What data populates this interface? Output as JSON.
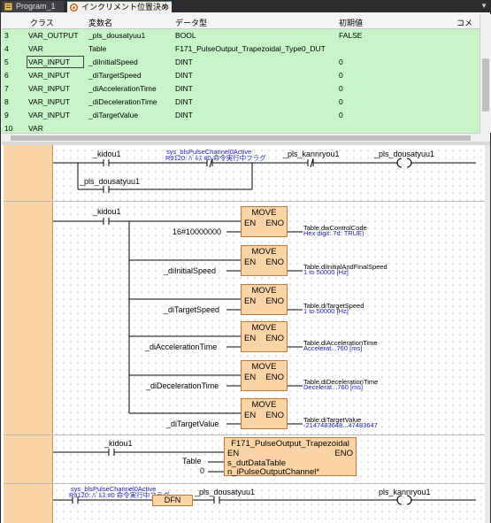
{
  "tabs": [
    {
      "label": "Program_1"
    },
    {
      "label": "インクリメント位置決め",
      "close": "×"
    }
  ],
  "dropdown_glyph": "▼",
  "table": {
    "columns": [
      "クラス",
      "変数名",
      "データ型",
      "初期値",
      "コメ"
    ],
    "rows": [
      {
        "no": "3",
        "class": "VAR_OUTPUT",
        "name": "_pls_dousatyuu1",
        "type": "BOOL",
        "init": "FALSE"
      },
      {
        "no": "4",
        "class": "VAR",
        "name": "Table",
        "type": "F171_PulseOutput_Trapezoidal_Type0_DUT",
        "init": ""
      },
      {
        "no": "5",
        "class": "VAR_INPUT",
        "name": "_diInitialSpeed",
        "type": "DINT",
        "init": "0"
      },
      {
        "no": "6",
        "class": "VAR_INPUT",
        "name": "_diTargetSpeed",
        "type": "DINT",
        "init": "0"
      },
      {
        "no": "7",
        "class": "VAR_INPUT",
        "name": "_diAccelerationTime",
        "type": "DINT",
        "init": "0"
      },
      {
        "no": "8",
        "class": "VAR_INPUT",
        "name": "_diDecelerationTime",
        "type": "DINT",
        "init": "0"
      },
      {
        "no": "9",
        "class": "VAR_INPUT",
        "name": "_diTargetValue",
        "type": "DINT",
        "init": "0"
      },
      {
        "no": "10",
        "class": "VAR",
        "name": "",
        "type": "",
        "init": ""
      }
    ]
  },
  "ladder": {
    "rung1": {
      "kidou": "_kidou1",
      "channel": "sys_blsPulseChannel0Active",
      "channel_comment": "R9120: ﾊﾟﾙｽ #0 命令実行中フラグ",
      "kanryou": "_pls_kannryou1",
      "dousa_coil": "_pls_dousatyuu1",
      "dousa_contact": "_pls_dousatyuu1",
      "slash": "/"
    },
    "rung2": {
      "kidou": "_kidou1",
      "move_title": "MOVE",
      "en": "EN",
      "eno": "ENO",
      "moves": [
        {
          "input": "16#10000000",
          "output": "Table.dwControlCode",
          "comment": "Hex digit: 7d: TRUE)"
        },
        {
          "input": "_diInitialSpeed",
          "output": "Table.diInitialAndFinalSpeed",
          "comment": "1 to 50000 [Hz]"
        },
        {
          "input": "_diTargetSpeed",
          "output": "Table.diTargetSpeed",
          "comment": "1 to 50000 [Hz]"
        },
        {
          "input": "_diAccelerationTime",
          "output": "Table.diAccelerationTime",
          "comment": "Accelerat...760 [ms]"
        },
        {
          "input": "_diDecelerationTime",
          "output": "Table.diDecelerationTime",
          "comment": "Decelerat...760 [ms]"
        },
        {
          "input": "_diTargetValue",
          "output": "Table.diTargetValue",
          "comment": "-2147483648...47483647"
        }
      ]
    },
    "rung3": {
      "kidou": "_kidou1",
      "fb_title": "F171_PulseOutput_Trapezoidal",
      "en": "EN",
      "eno": "ENO",
      "param1": "s_dutDataTable",
      "param2": "n_iPulseOutputChannel*",
      "arg1": "Table",
      "arg2": "0"
    },
    "rung4": {
      "channel": "sys_blsPulseChannel0Active",
      "channel_comment": "R9120: ﾊﾟﾙｽ #0 命令実行中フラグ",
      "dfn": "DFN",
      "dousa": "_pls_dousatyuu1",
      "kanryou_coil": "pls_kannryou1"
    }
  }
}
